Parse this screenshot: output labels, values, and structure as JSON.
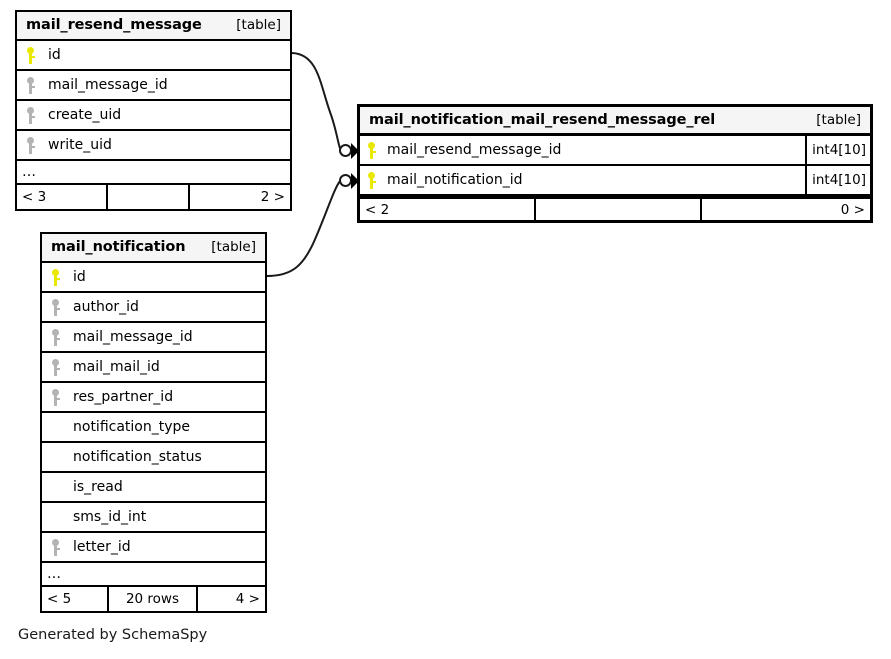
{
  "diagram": {
    "footer_text": "Generated by SchemaSpy",
    "table_tag": "[table]",
    "ellipsis": "…"
  },
  "tables": {
    "mail_resend_message": {
      "name": "mail_resend_message",
      "tag": "[table]",
      "columns": [
        {
          "name": "id",
          "key": "pk",
          "type": ""
        },
        {
          "name": "mail_message_id",
          "key": "fk",
          "type": ""
        },
        {
          "name": "create_uid",
          "key": "fk",
          "type": ""
        },
        {
          "name": "write_uid",
          "key": "fk",
          "type": ""
        }
      ],
      "more": "…",
      "footer": {
        "left": "< 3",
        "mid": "",
        "right": "2 >"
      }
    },
    "mail_notification_mail_resend_message_rel": {
      "name": "mail_notification_mail_resend_message_rel",
      "tag": "[table]",
      "columns": [
        {
          "name": "mail_resend_message_id",
          "key": "pk",
          "type": "int4[10]"
        },
        {
          "name": "mail_notification_id",
          "key": "pk",
          "type": "int4[10]"
        }
      ],
      "footer": {
        "left": "< 2",
        "mid": "",
        "right": "0 >"
      }
    },
    "mail_notification": {
      "name": "mail_notification",
      "tag": "[table]",
      "columns": [
        {
          "name": "id",
          "key": "pk",
          "type": ""
        },
        {
          "name": "author_id",
          "key": "fk",
          "type": ""
        },
        {
          "name": "mail_message_id",
          "key": "fk",
          "type": ""
        },
        {
          "name": "mail_mail_id",
          "key": "fk",
          "type": ""
        },
        {
          "name": "res_partner_id",
          "key": "fk",
          "type": ""
        },
        {
          "name": "notification_type",
          "key": "none",
          "type": ""
        },
        {
          "name": "notification_status",
          "key": "none",
          "type": ""
        },
        {
          "name": "is_read",
          "key": "none",
          "type": ""
        },
        {
          "name": "sms_id_int",
          "key": "none",
          "type": ""
        },
        {
          "name": "letter_id",
          "key": "fk",
          "type": ""
        }
      ],
      "more": "…",
      "footer": {
        "left": "< 5",
        "mid": "20 rows",
        "right": "4 >"
      }
    }
  },
  "relationships": [
    {
      "from_table": "mail_resend_message",
      "from_column": "id",
      "to_table": "mail_notification_mail_resend_message_rel",
      "to_column": "mail_resend_message_id"
    },
    {
      "from_table": "mail_notification",
      "from_column": "id",
      "to_table": "mail_notification_mail_resend_message_rel",
      "to_column": "mail_notification_id"
    }
  ],
  "colors": {
    "primary_key": "#e8e800",
    "foreign_key": "#b3b3b3",
    "border": "#000000",
    "header_bg": "#f5f5f5",
    "background": "#ffffff"
  }
}
